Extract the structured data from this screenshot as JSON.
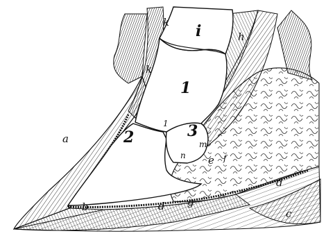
{
  "figure": {
    "labels": {
      "i": "i",
      "h": "h",
      "k_top": "k",
      "k_mid": "k",
      "one_large": "1",
      "one_small": "1",
      "two": "2",
      "three": "3",
      "m": "m",
      "a": "a",
      "b": "b",
      "c": "c",
      "d_upper": "d",
      "d_lower": "d",
      "e": "e",
      "f": "f",
      "g": "g",
      "n": "n"
    }
  }
}
